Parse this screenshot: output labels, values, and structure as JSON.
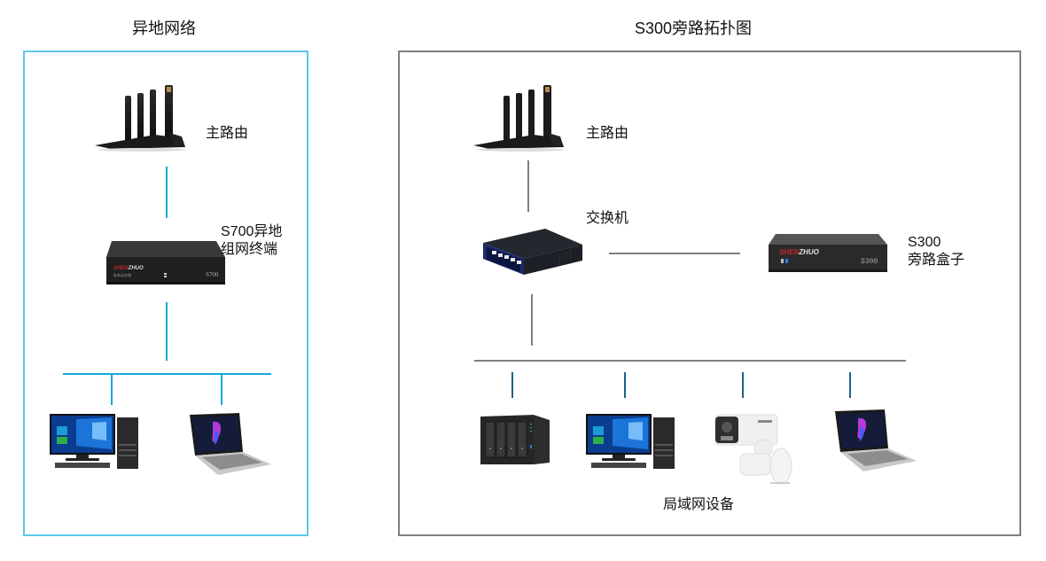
{
  "left_panel": {
    "title": "异地网络",
    "router_label": "主路由",
    "terminal_label_line1": "S700异地",
    "terminal_label_line2": "组网终端",
    "terminal_brand": "SHENZHUO",
    "terminal_model": "S700",
    "devices": [
      "desktop-pc",
      "laptop"
    ],
    "border_color": "#5cc8ea",
    "line_color": "#14a8e0"
  },
  "right_panel": {
    "title": "S300旁路拓扑图",
    "router_label": "主路由",
    "switch_label": "交换机",
    "bypass_label_line1": "S300",
    "bypass_label_line2": "旁路盒子",
    "bypass_brand": "SHENZHUO",
    "bypass_model": "S300",
    "lan_label": "局域网设备",
    "devices": [
      "nas",
      "desktop-pc",
      "ip-camera",
      "laptop"
    ],
    "border_color": "#7f7f7f",
    "line_color": "#7f7f7f"
  }
}
